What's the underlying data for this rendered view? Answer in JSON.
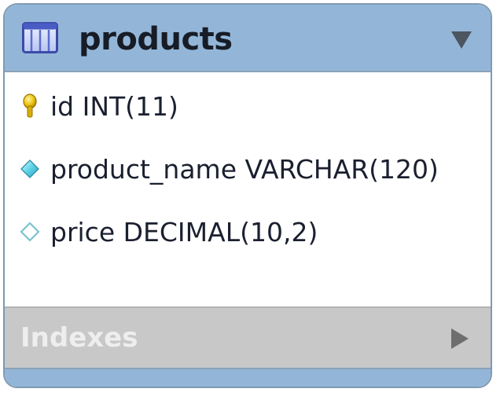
{
  "table": {
    "name": "products",
    "icon": "table-grid-icon",
    "collapse_icon": "triangle-down-icon",
    "header_color": "#93b6d8"
  },
  "columns": [
    {
      "text": "id INT(11)",
      "icon": "primary-key-icon"
    },
    {
      "text": "product_name VARCHAR(120)",
      "icon": "not-null-column-icon"
    },
    {
      "text": "price DECIMAL(10,2)",
      "icon": "nullable-column-icon"
    }
  ],
  "indexes": {
    "label": "Indexes",
    "expand_icon": "triangle-right-icon"
  }
}
